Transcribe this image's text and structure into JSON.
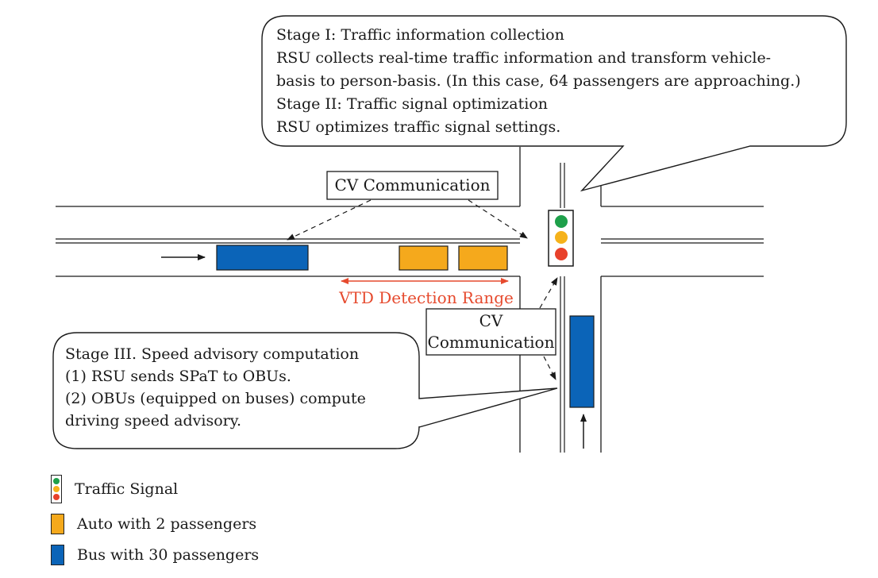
{
  "stage1_callout": {
    "lines": [
      "Stage I: Traffic information collection",
      "RSU collects real-time traffic information and transform vehicle-",
      "basis to person-basis. (In this case, 64 passengers are approaching.)",
      "Stage II: Traffic signal optimization",
      "RSU optimizes traffic signal settings."
    ]
  },
  "stage3_callout": {
    "lines": [
      "Stage III. Speed advisory computation",
      "(1) RSU sends SPaT to OBUs.",
      "(2) OBUs (equipped on buses) compute",
      "driving speed advisory."
    ]
  },
  "cv_label_top": "CV Communication",
  "cv_label_right": [
    "CV",
    "Communication"
  ],
  "vtd_label": "VTD Detection Range",
  "colors": {
    "bus": "#0b64b8",
    "auto": "#f5a91c",
    "vtd": "#e64a2e",
    "signal_green": "#1ea04a",
    "signal_yellow": "#f5b21b",
    "signal_red": "#e8412b"
  },
  "legend": [
    {
      "icon": "traffic-signal-icon",
      "label": "Traffic Signal"
    },
    {
      "icon": "auto-swatch",
      "label": "Auto with 2 passengers"
    },
    {
      "icon": "bus-swatch",
      "label": "Bus with 30 passengers"
    }
  ]
}
